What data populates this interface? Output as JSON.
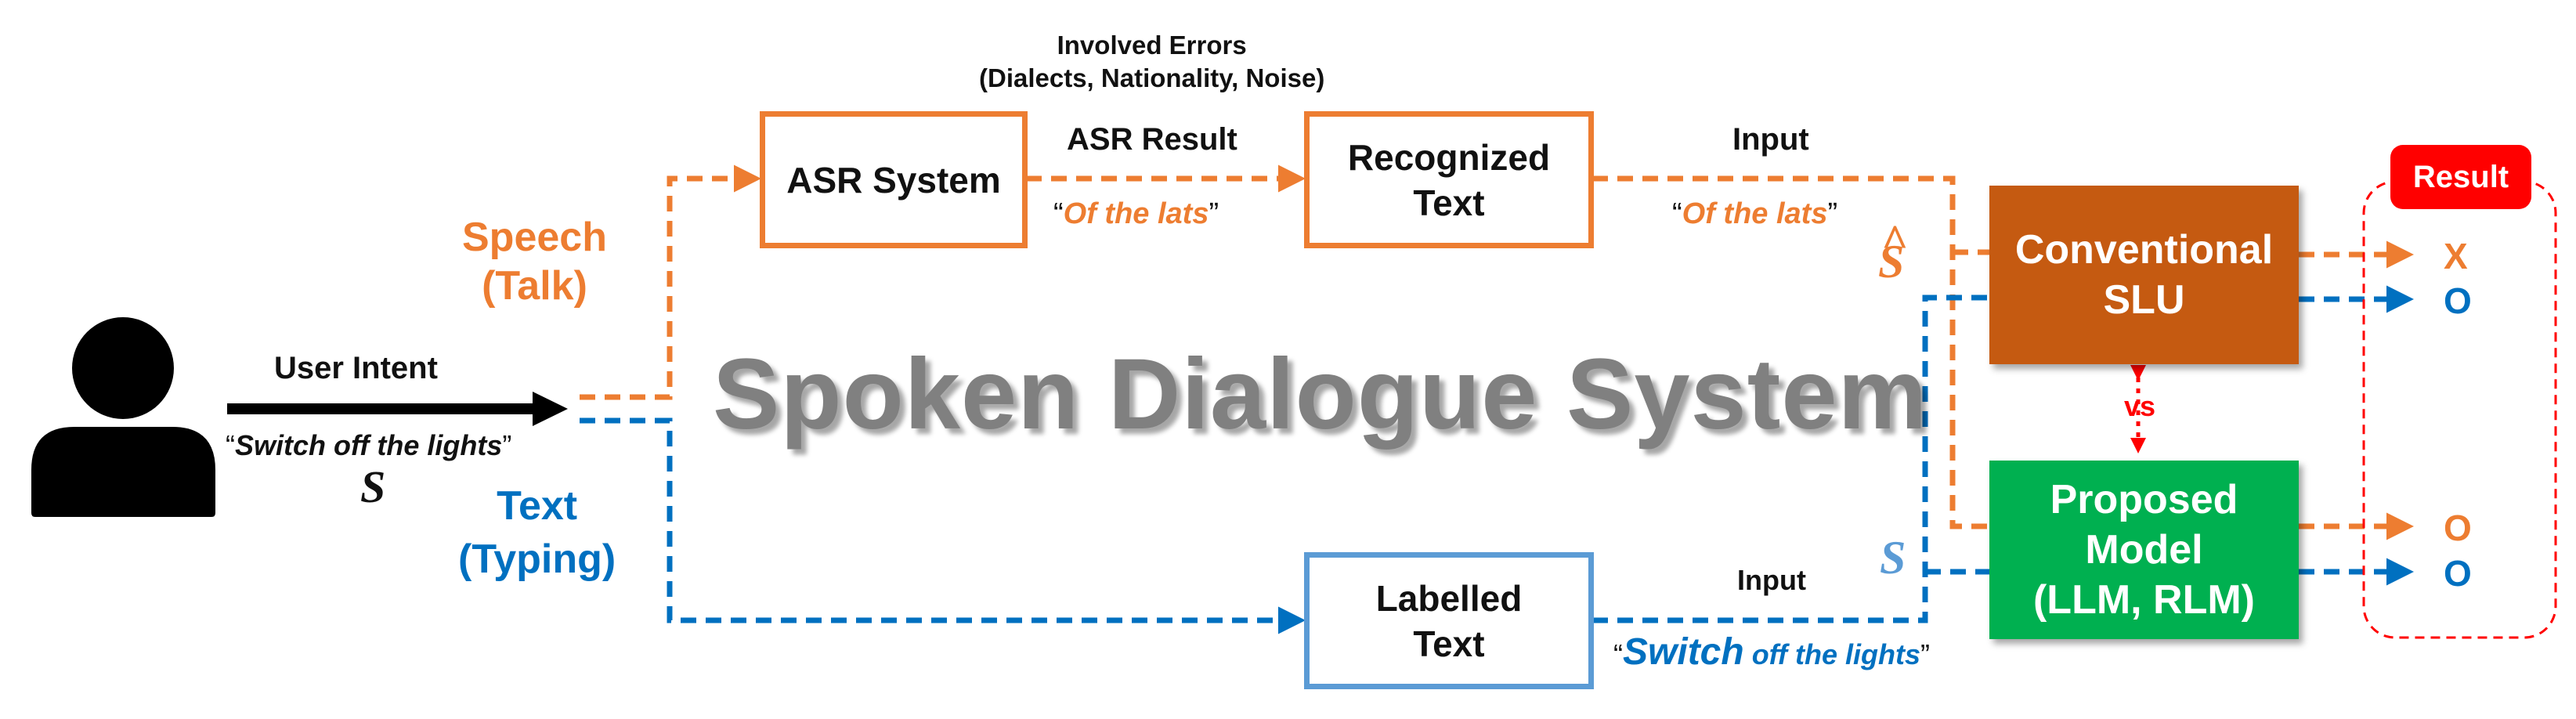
{
  "title": "Spoken Dialogue System",
  "user": {
    "intent_label": "User Intent",
    "intent_quote_prefix": "“",
    "intent_quote_text": "Switch off the lights",
    "intent_quote_suffix": "”",
    "symbol": "S"
  },
  "speech_label": "Speech\n(Talk)",
  "text_label": "Text\n(Typing)",
  "involved_errors": "Involved Errors\n(Dialects, Nationality, Noise)",
  "asr_box": "ASR System",
  "asr_result_label": "ASR Result",
  "asr_result_quote": {
    "prefix": "“",
    "text": "Of the lats",
    "suffix": "”"
  },
  "recognized_box": "Recognized\nText",
  "input_top_label": "Input",
  "input_top_quote": {
    "prefix": "“",
    "text": "Of the lats",
    "suffix": "”"
  },
  "s_hat": "S",
  "labelled_box": "Labelled\nText",
  "input_bottom_label": "Input",
  "input_bottom_quote": {
    "prefix": "“",
    "first": "Switch",
    "rest": " off the lights",
    "suffix": "”"
  },
  "s_plain": "S",
  "conventional_box": "Conventional\nSLU",
  "vs_label": "vs",
  "proposed_box": "Proposed\nModel\n(LLM, RLM)",
  "result_label": "Result",
  "results": {
    "conv_speech": "X",
    "conv_text": "O",
    "prop_speech": "O",
    "prop_text": "O"
  },
  "colors": {
    "orange": "#ED7D31",
    "blue": "#0070C0",
    "light_blue": "#5B9BD5",
    "conventional": "#C55A11",
    "proposed": "#00B050",
    "result_red": "#FF0000",
    "title_gray": "#808080"
  }
}
